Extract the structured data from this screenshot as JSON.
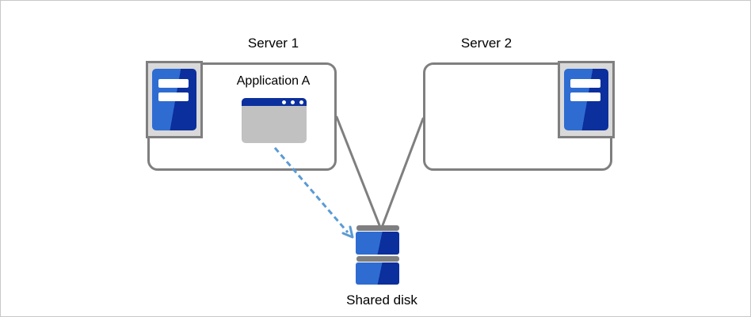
{
  "diagram": {
    "server1": {
      "label": "Server 1"
    },
    "server2": {
      "label": "Server 2"
    },
    "application": {
      "label": "Application A"
    },
    "shared_disk": {
      "label": "Shared disk"
    },
    "icons": {
      "server1_icon": "server-tower-icon",
      "server2_icon": "server-tower-icon",
      "application_icon": "app-window-icon",
      "shared_disk_icon": "disk-stack-icon"
    },
    "colors": {
      "box_border": "#7f7f7f",
      "connector_line": "#7f7f7f",
      "icon_background": "#d9d9d9",
      "blue_light": "#2f6cd1",
      "blue_dark": "#0b2f9d",
      "window_body_gray": "#c1c1c1",
      "dashed_arrow_blue": "#5b9bd5",
      "label_text": "#000000",
      "canvas_border": "#c8c8c8"
    }
  }
}
